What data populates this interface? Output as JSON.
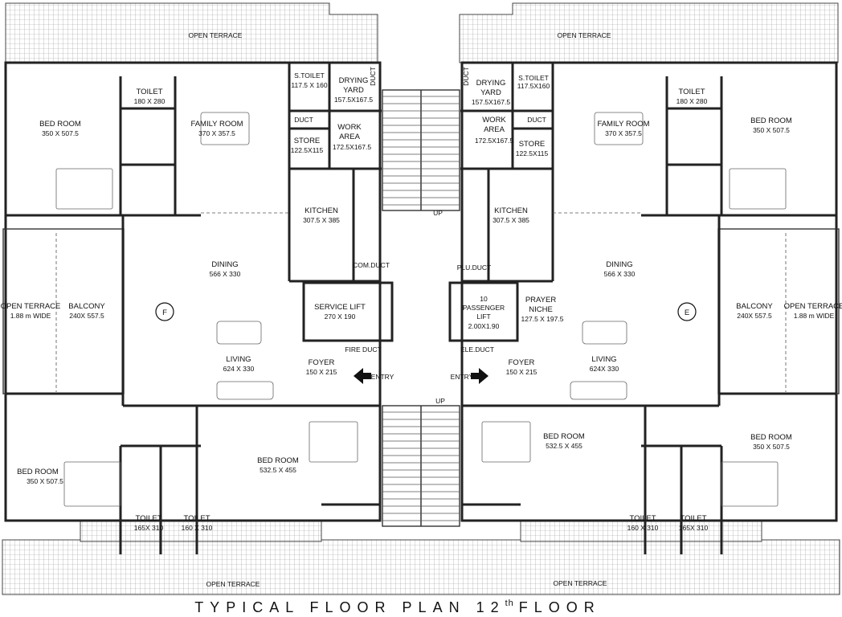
{
  "labels": {
    "open_terrace_top_left": "OPEN TERRACE",
    "open_terrace_top_right": "OPEN TERRACE",
    "open_terrace_bottom_left": "OPEN TERRACE",
    "open_terrace_bottom_right": "OPEN TERRACE",
    "bed_room_tl": "BED ROOM",
    "bed_room_tl_dim": "350 X 507.5",
    "toilet_tl": "TOILET",
    "toilet_tl_dim": "180 X 280",
    "family_room_l": "FAMILY ROOM",
    "family_room_l_dim": "370 X 357.5",
    "s_toilet_l": "S.TOILET",
    "s_toilet_l_dim": "117.5 X 160",
    "drying_yard_l_1": "DRYING",
    "drying_yard_l_2": "YARD",
    "drying_yard_l_dim": "157.5X167.5",
    "duct_l": "DUCT",
    "duct_l2": "DUCT",
    "work_area_l_1": "WORK",
    "work_area_l_2": "AREA",
    "work_area_l_dim": "172.5X167.5",
    "store_l": "STORE",
    "store_l_dim": "122.5X115",
    "kitchen_l": "KITCHEN",
    "kitchen_l_dim": "307.5 X 385",
    "dining_l": "DINING",
    "dining_l_dim": "566 X 330",
    "com_duct": "COM.DUCT",
    "open_terrace_l": "OPEN TERRACE",
    "open_terrace_l_dim": "1.88 m  WIDE",
    "balcony_l": "BALCONY",
    "balcony_l_dim": "240X 557.5",
    "unit_f": "F",
    "service_lift": "SERVICE LIFT",
    "service_lift_dim": "270 X 190",
    "living_l": "LIVING",
    "living_l_dim": "624 X 330",
    "fire_duct": "FIRE DUCT",
    "foyer_l": "FOYER",
    "foyer_l_dim": "150 X 215",
    "entry_l": "ENTRY",
    "bed_room_bl": "BED ROOM",
    "bed_room_bl_dim": "350 X 507.5",
    "bed_room_bc_l": "BED ROOM",
    "bed_room_bc_l_dim": "532.5 X 455",
    "toilet_bl1": "TOILET",
    "toilet_bl1_dim": "165X 310",
    "toilet_bl2": "TOILET",
    "toilet_bl2_dim": "160 X 310",
    "up_top": "UP",
    "up_bottom": "UP",
    "s_toilet_r": "S.TOILET",
    "s_toilet_r_dim": "117.5X160",
    "drying_yard_r_1": "DRYING",
    "drying_yard_r_2": "YARD",
    "drying_yard_r_dim": "157.5X167.5",
    "duct_r": "DUCT",
    "duct_r2": "DUCT",
    "work_area_r_1": "WORK",
    "work_area_r_2": "AREA",
    "work_area_r_dim": "172.5X167.5",
    "store_r": "STORE",
    "store_r_dim": "122.5X115",
    "family_room_r": "FAMILY ROOM",
    "family_room_r_dim": "370 X 357.5",
    "toilet_tr": "TOILET",
    "toilet_tr_dim": "180 X 280",
    "bed_room_tr": "BED ROOM",
    "bed_room_tr_dim": "350 X 507.5",
    "kitchen_r": "KITCHEN",
    "kitchen_r_dim": "307.5 X 385",
    "plu_duct": "PLU.DUCT",
    "dining_r": "DINING",
    "dining_r_dim": "566 X 330",
    "passenger_lift_1": "10",
    "passenger_lift_2": "PASSENGER",
    "passenger_lift_3": "LIFT",
    "passenger_lift_dim": "2.00X1.90",
    "prayer_niche_1": "PRAYER",
    "prayer_niche_2": "NICHE",
    "prayer_niche_dim": "127.5 X 197.5",
    "unit_e": "E",
    "balcony_r": "BALCONY",
    "balcony_r_dim": "240X 557.5",
    "open_terrace_r": "OPEN TERRACE",
    "open_terrace_r_dim": "1.88 m  WIDE",
    "ele_duct": "ELE.DUCT",
    "foyer_r": "FOYER",
    "foyer_r_dim": "150 X 215",
    "entry_r": "ENTRY",
    "living_r": "LIVING",
    "living_r_dim": "624X 330",
    "bed_room_bc_r": "BED ROOM",
    "bed_room_bc_r_dim": "532.5 X 455",
    "bed_room_br": "BED ROOM",
    "bed_room_br_dim": "350 X 507.5",
    "toilet_br1": "TOILET",
    "toilet_br1_dim": "160 X 310",
    "toilet_br2": "TOILET",
    "toilet_br2_dim": "165X 310"
  },
  "title": {
    "main": "TYPICAL   FLOOR  PLAN  12",
    "superscript": "th",
    "suffix": "FLOOR"
  }
}
